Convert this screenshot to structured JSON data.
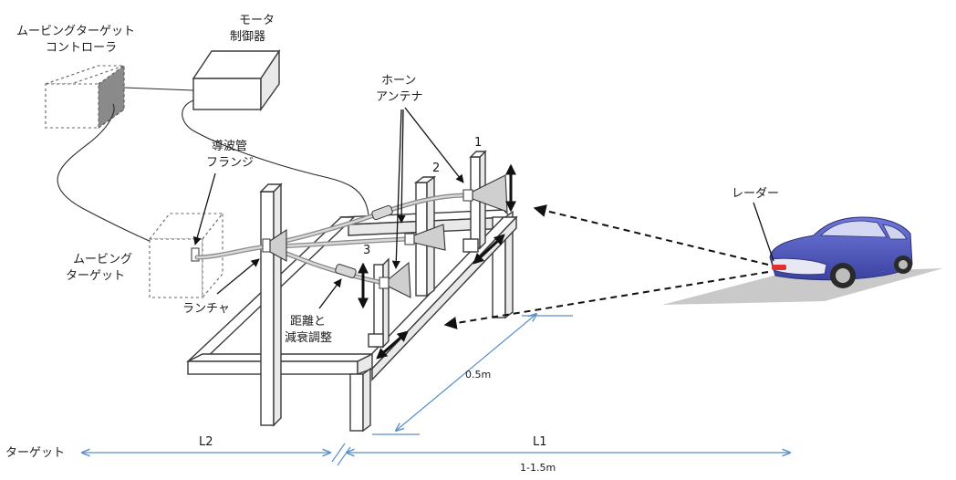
{
  "labels": {
    "moving_target_controller": [
      "ムービングターゲット",
      "コントローラ"
    ],
    "motor_controller": [
      "モータ",
      "制御器"
    ],
    "horn_antenna": [
      "ホーン",
      "アンテナ"
    ],
    "waveguide_flange": [
      "導波管",
      "フランジ"
    ],
    "moving_target": [
      "ムービング",
      "ターゲット"
    ],
    "launcher": "ランチャ",
    "distance_attenuation": [
      "距離と",
      "減衰調整"
    ],
    "radar": "レーダー",
    "target": "ターゲット",
    "antenna_numbers": [
      "1",
      "2",
      "3"
    ]
  },
  "dimensions": {
    "l2": "L2",
    "l1": "L1",
    "l1_range": "1-1.5m",
    "depth": "0.5m"
  },
  "colors": {
    "dimension_line": "#5a8fc7",
    "car_body": "#4a52b8",
    "radar_light": "#e03030"
  }
}
